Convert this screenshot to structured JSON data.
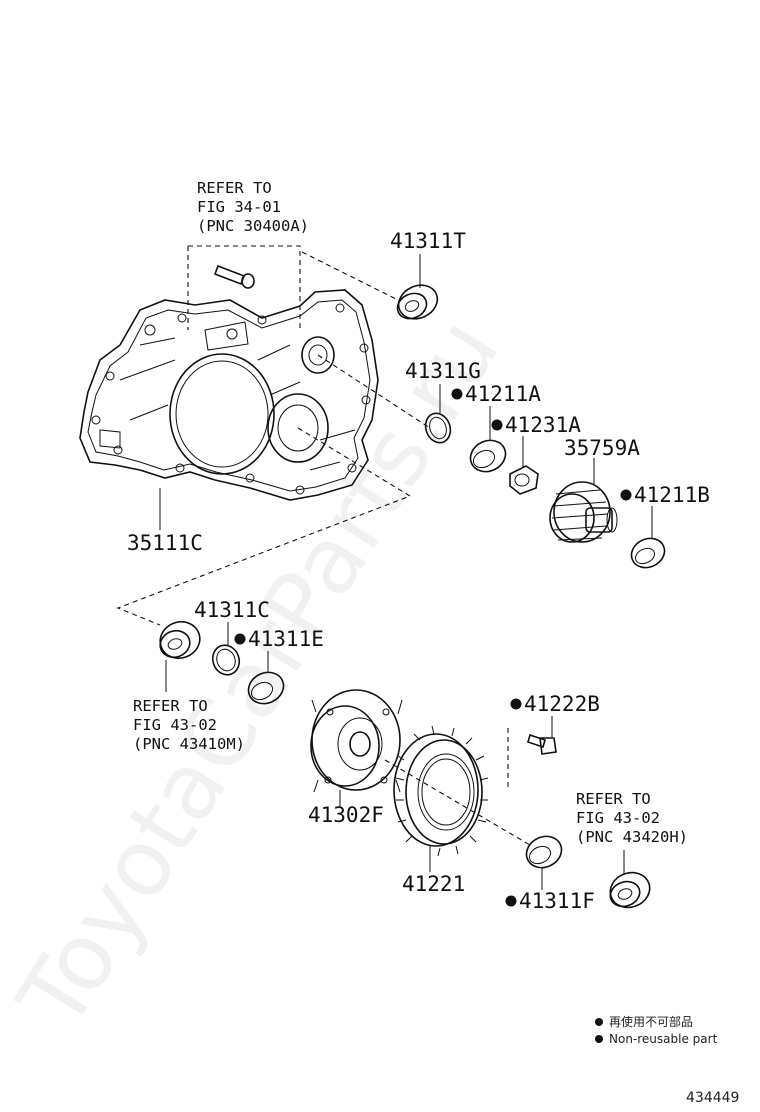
{
  "watermark": "ToyotaCarParts.ru",
  "figure_number": "434449",
  "references": {
    "fig_34_01": [
      "REFER TO",
      "FIG 34-01",
      "(PNC 30400A)"
    ],
    "fig_43_02_m": [
      "REFER TO",
      "FIG 43-02",
      "(PNC 43410M)"
    ],
    "fig_43_02_h": [
      "REFER TO",
      "FIG 43-02",
      "(PNC 43420H)"
    ]
  },
  "parts": {
    "p41311T": "41311T",
    "p41311G": "41311G",
    "p41211A": "41211A",
    "p41231A": "41231A",
    "p35759A": "35759A",
    "p41211B": "41211B",
    "p35111C": "35111C",
    "p41311C": "41311C",
    "p41311E": "41311E",
    "p41222B": "41222B",
    "p41302F": "41302F",
    "p41221": "41221",
    "p41311F": "41311F"
  },
  "legend": {
    "jp": "再使用不可部品",
    "en": "Non-reusable part"
  }
}
